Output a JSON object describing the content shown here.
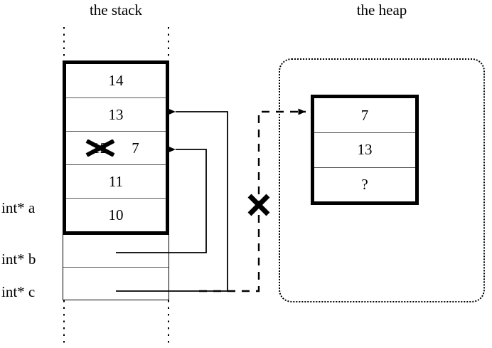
{
  "titles": {
    "stack": "the stack",
    "heap": "the heap"
  },
  "stack": {
    "cells": [
      {
        "value": "14"
      },
      {
        "value": "13"
      },
      {
        "value": "7",
        "struck_value": "12"
      },
      {
        "value": "11"
      },
      {
        "value": "10"
      }
    ],
    "pointer_cells": [
      {
        "value": ""
      },
      {
        "value": ""
      }
    ]
  },
  "heap": {
    "cells": [
      {
        "value": "7"
      },
      {
        "value": "13"
      },
      {
        "value": "?"
      }
    ]
  },
  "labels": {
    "a": "int* a",
    "b": "int* b",
    "c": "int* c"
  },
  "colors": {
    "ink": "#000000",
    "thin_rule": "#555555",
    "background": "#ffffff"
  }
}
